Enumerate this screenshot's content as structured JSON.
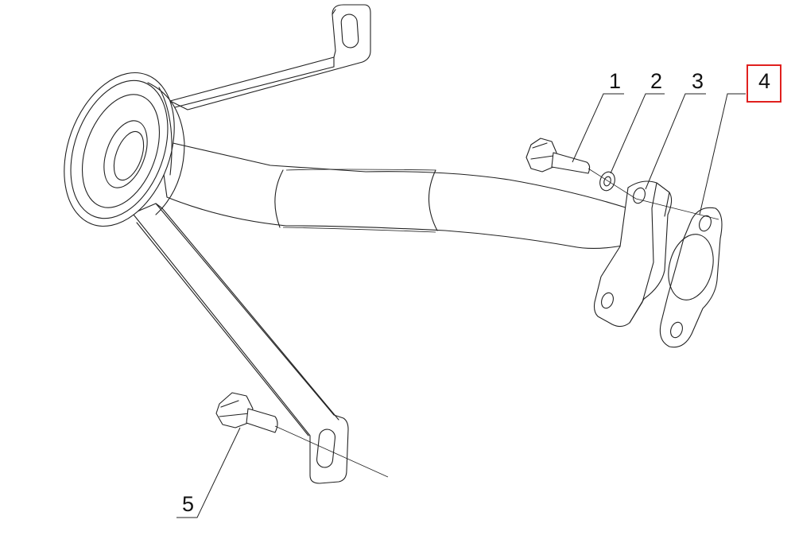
{
  "callouts": [
    {
      "id": "1",
      "label": "1"
    },
    {
      "id": "2",
      "label": "2"
    },
    {
      "id": "3",
      "label": "3"
    },
    {
      "id": "4",
      "label": "4",
      "highlighted": true
    },
    {
      "id": "5",
      "label": "5"
    }
  ],
  "colors": {
    "line": "#222222",
    "highlight": "#e0201e",
    "background": "#ffffff"
  }
}
